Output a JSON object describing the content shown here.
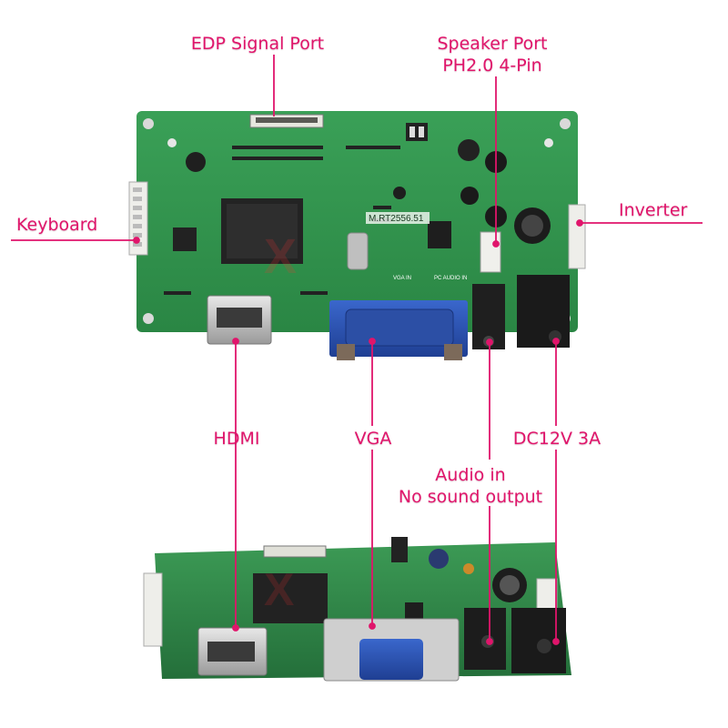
{
  "labels": {
    "edp": "EDP Signal Port",
    "speaker_line1": "Speaker Port",
    "speaker_line2": "PH2.0 4-Pin",
    "keyboard": "Keyboard",
    "inverter": "Inverter",
    "hdmi": "HDMI",
    "vga": "VGA",
    "dc": "DC12V 3A",
    "audio_line1": "Audio in",
    "audio_line2": "No sound output"
  },
  "board_marking": "M.RT2556.51",
  "silk_vga": "VGA IN",
  "silk_audio": "PC AUDIO IN",
  "colors": {
    "label": "#e0156b",
    "pcb": "#2f8f4a",
    "pcb_dark": "#1f6b35",
    "vga_blue": "#2b55b8",
    "leader": "#e0156b"
  }
}
